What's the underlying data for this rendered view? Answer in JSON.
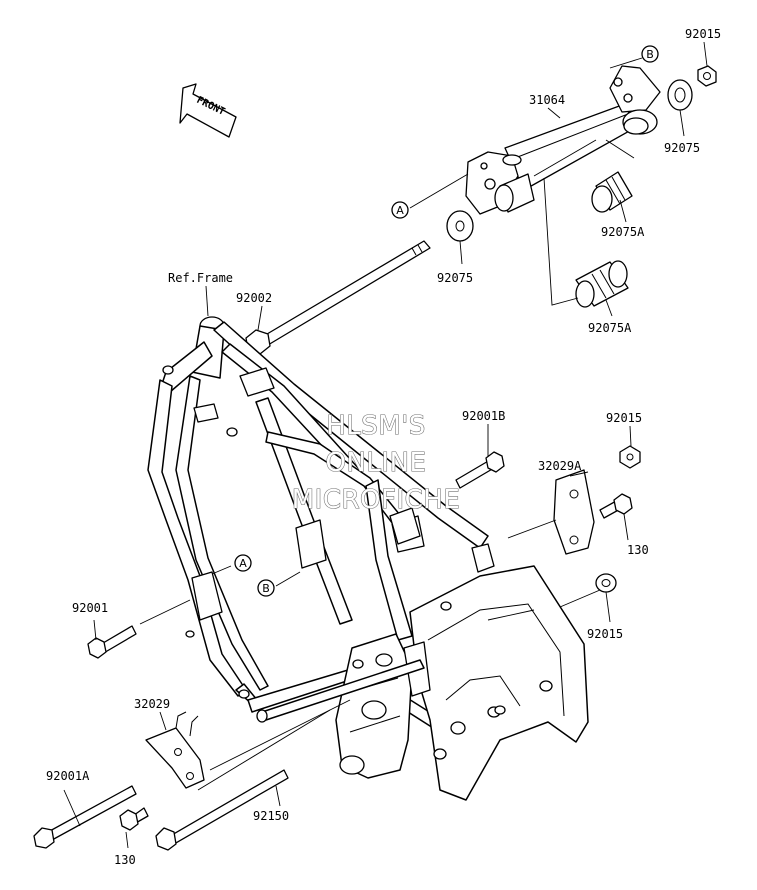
{
  "front_arrow": {
    "text": "FRONT"
  },
  "ref_frame": "Ref.Frame",
  "callouts": {
    "a": "A",
    "b": "B"
  },
  "parts": {
    "p92015_top": "92015",
    "p31064": "31064",
    "p92075_right": "92075",
    "p92075a_upper": "92075A",
    "p92075_left": "92075",
    "p92075a_lower": "92075A",
    "p92002": "92002",
    "p92001b": "92001B",
    "p92015_mid": "92015",
    "p32029a": "32029A",
    "p130_right": "130",
    "p92015_low": "92015",
    "p92001": "92001",
    "p32029": "32029",
    "p92001a": "92001A",
    "p92150": "92150",
    "p130_bottom": "130"
  },
  "watermark": {
    "line1": "HLSM'S",
    "line2": "ONLINE",
    "line3": "MICROFICHE"
  },
  "colors": {
    "ink": "#000000",
    "background": "#ffffff",
    "watermark_outline": "#6d6d6d"
  }
}
